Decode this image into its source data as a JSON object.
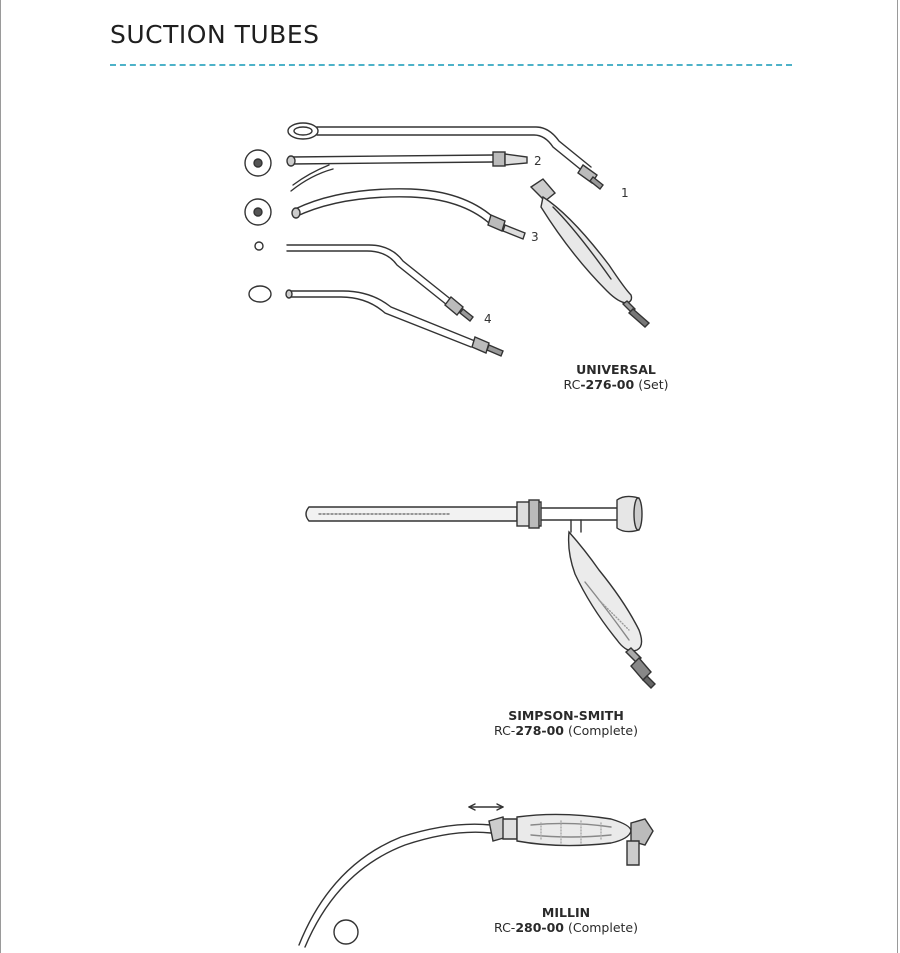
{
  "page_title": "SUCTION TUBES",
  "colors": {
    "accent_rule": "#4db2c8",
    "ink": "#2a2a2a"
  },
  "products": [
    {
      "name": "UNIVERSAL",
      "code_prefix": "RC",
      "code_number": "-276-00",
      "variant": "(Set)",
      "part_numbers": [
        "1",
        "2",
        "3",
        "4"
      ]
    },
    {
      "name": "SIMPSON-SMITH",
      "code_prefix": "RC-",
      "code_number": "278-00",
      "variant": "(Complete)"
    },
    {
      "name": "MILLIN",
      "code_prefix": "RC-",
      "code_number": "280-00",
      "variant": "(Complete)"
    }
  ]
}
